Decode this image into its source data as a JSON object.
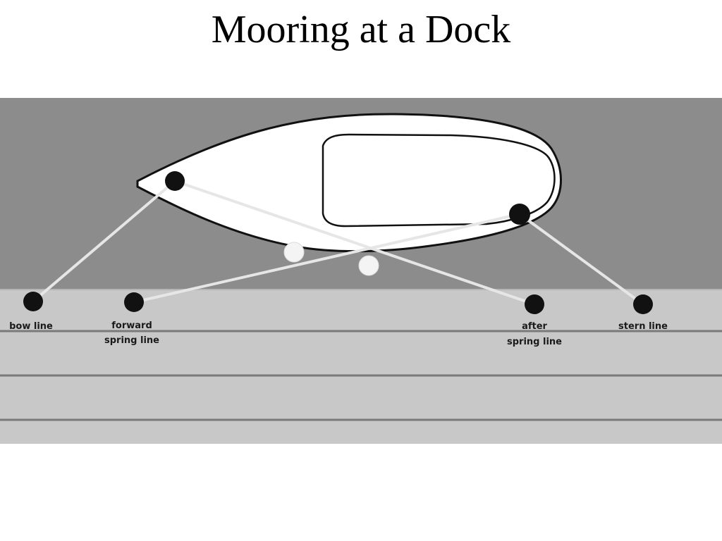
{
  "title": "Mooring at a Dock",
  "labels": {
    "bow_line": "bow line",
    "forward_spring_line_1": "forward",
    "forward_spring_line_2": "spring line",
    "after_spring_line_1": "after",
    "after_spring_line_2": "spring line",
    "stern_line": "stern line"
  },
  "colors": {
    "water": "#8c8c8c",
    "dock": "#c8c8c8",
    "dock_plank_line": "#7a7a7a",
    "hull": "#ffffff",
    "hull_outline": "#111111",
    "mooring_line": "#e6e6e6",
    "cleat": "#111111",
    "fender": "#f4f4f4"
  }
}
